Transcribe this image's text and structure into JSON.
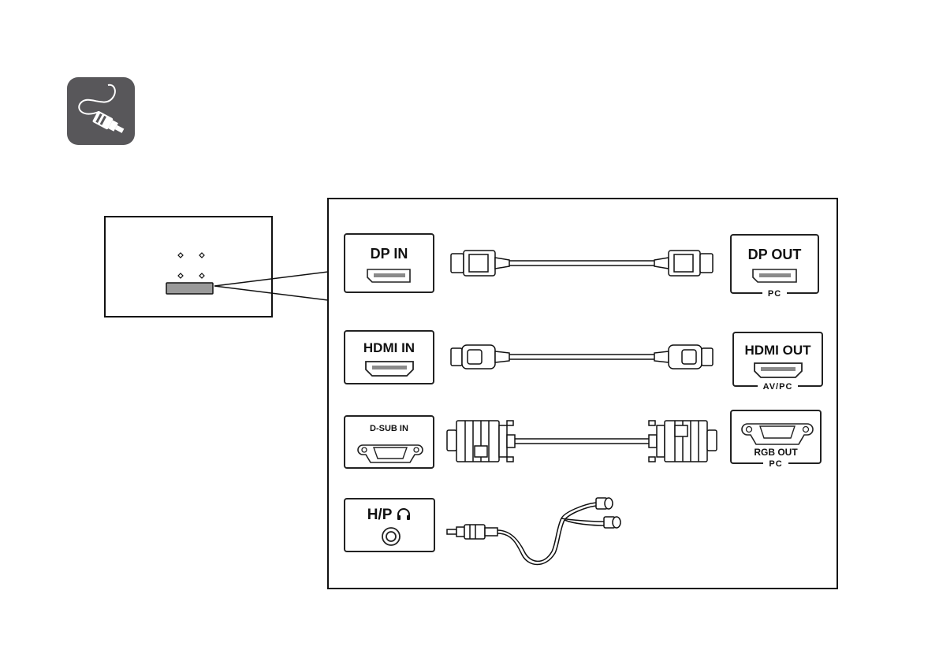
{
  "icons": {
    "connect": "cable-plug-icon",
    "headphone": "headphone-icon"
  },
  "colors": {
    "badge": "#58575a",
    "line": "#111111",
    "port_panel": "#9a9a9a"
  },
  "inputs": {
    "dp_in": "DP IN",
    "hdmi_in": "HDMI IN",
    "dsub_in": "D-SUB IN",
    "hp": "H/P"
  },
  "outputs": {
    "dp_out": "DP OUT",
    "dp_out_sub": "PC",
    "hdmi_out": "HDMI OUT",
    "hdmi_out_sub": "AV/PC",
    "rgb_out": "RGB OUT",
    "rgb_out_sub": "PC"
  }
}
